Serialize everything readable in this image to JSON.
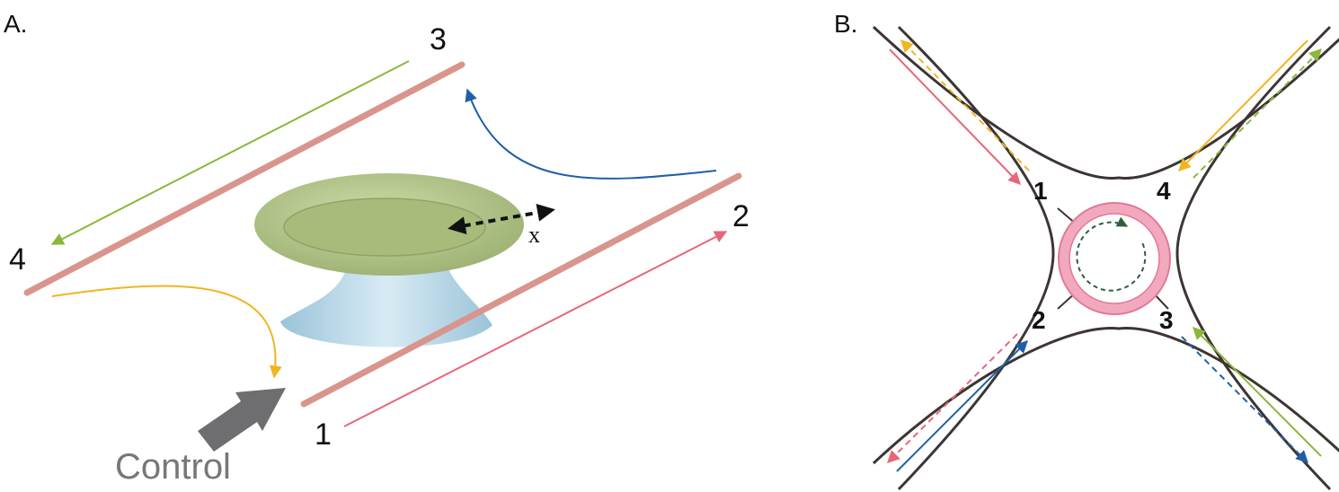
{
  "panel_a": {
    "label": "A.",
    "ports": {
      "p1": "1",
      "p2": "2",
      "p3": "3",
      "p4": "4"
    },
    "x_label": "x",
    "control_label": "Control"
  },
  "panel_b": {
    "label": "B.",
    "ports": {
      "p1": "1",
      "p2": "2",
      "p3": "3",
      "p4": "4"
    }
  },
  "colors": {
    "red": "#e8667a",
    "green": "#8ab83a",
    "blue": "#1f5fa8",
    "yellow": "#f0b51f",
    "rail": "#d9958c",
    "disc": "#b7c98e",
    "pedestal": "#a9cde0",
    "waveguide": "#3d3533",
    "ring": "#f2a9bd",
    "ring_inner_dash": "#2f5e3a",
    "control_arrow": "#6e6e70"
  }
}
